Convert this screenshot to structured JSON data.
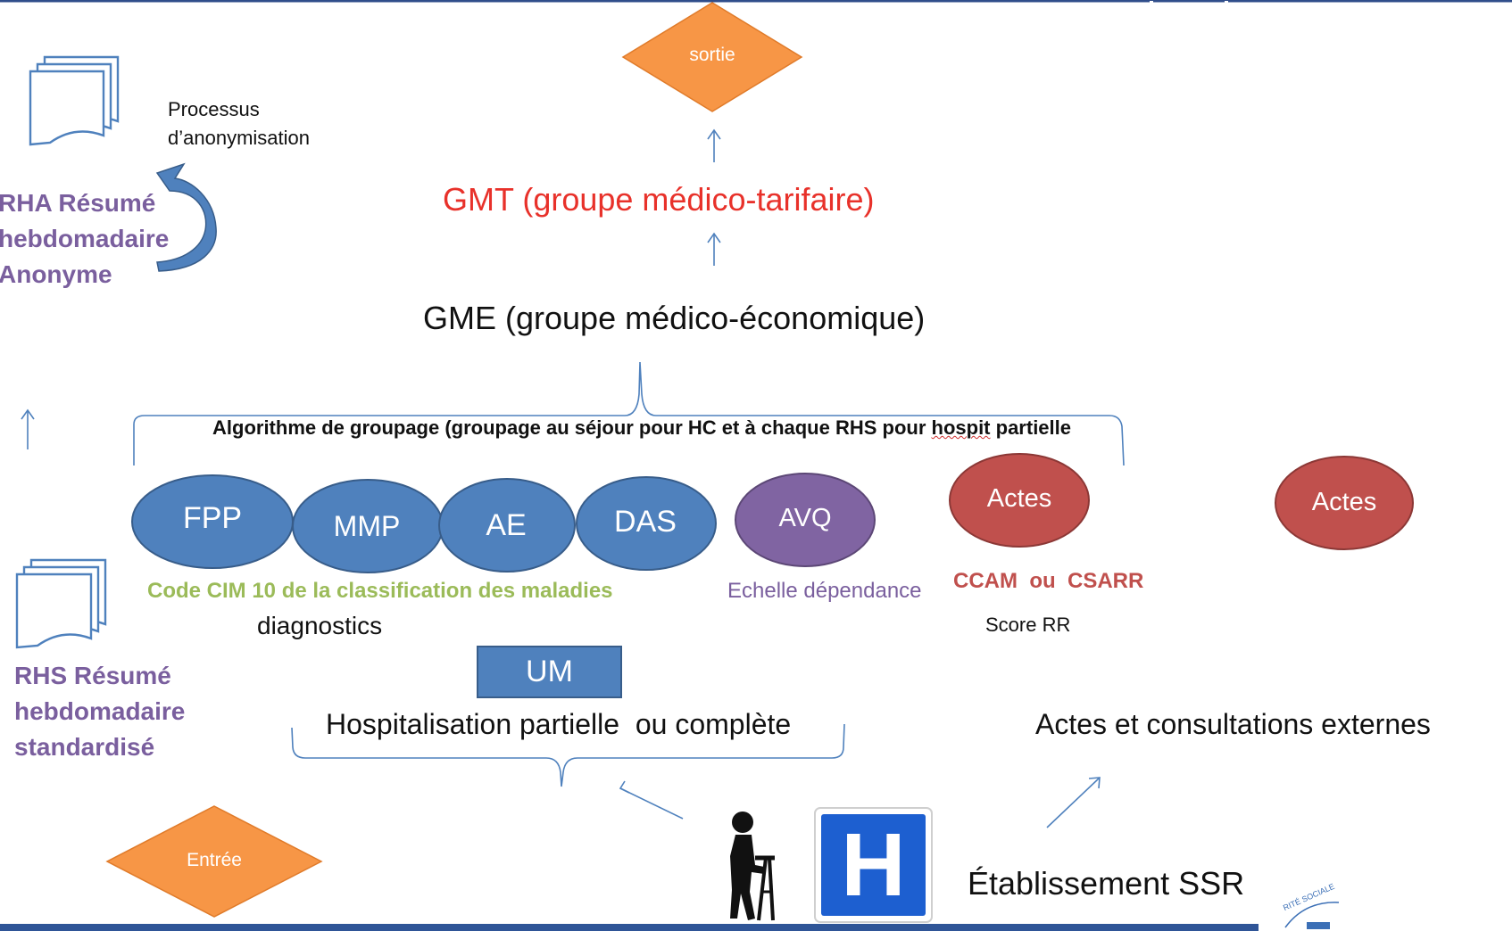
{
  "colors": {
    "blue_fill": "#4f81bd",
    "blue_stroke": "#385d8a",
    "purple_fill": "#8064a2",
    "red_fill": "#c0504d",
    "orange_fill": "#f79646",
    "gmt_red": "#e8312a",
    "purple_text": "#7a5f9e",
    "green_text": "#9bbb59",
    "ccam_red": "#c0504d",
    "line_blue": "#4f81bd",
    "hospital_blue": "#1d5fd0"
  },
  "exit_node": {
    "label": "sortie"
  },
  "entry_node": {
    "label": "Entrée"
  },
  "gmt": {
    "label": "GMT (groupe médico-tarifaire)"
  },
  "gme": {
    "label": "GME (groupe médico-économique)"
  },
  "anonymisation": {
    "line1": "Processus",
    "line2": "d’anonymisation"
  },
  "rha": {
    "line1": "RHA Résumé",
    "line2": "hebdomadaire",
    "line3": "Anonyme"
  },
  "rhs": {
    "line1": "RHS Résumé",
    "line2": "hebdomadaire",
    "line3": "standardisé"
  },
  "algorithm": {
    "label_main": "Algorithme de groupage (groupage au séjour pour  HC et à chaque RHS pour ",
    "label_hospit": "hospit",
    "label_end": " partielle"
  },
  "codes": [
    {
      "label": "FPP"
    },
    {
      "label": "MMP"
    },
    {
      "label": "AE"
    },
    {
      "label": "DAS"
    }
  ],
  "avq": {
    "label": "AVQ",
    "caption": "Echelle dépendance"
  },
  "actes_internal": {
    "label": "Actes",
    "caption": "CCAM  ou  CSARR",
    "score": "Score RR"
  },
  "actes_external": {
    "label": "Actes"
  },
  "cim": {
    "label": "Code CIM 10 de la classification des maladies",
    "sub": "diagnostics"
  },
  "um": {
    "label": "UM"
  },
  "hospitalisation": {
    "label": "Hospitalisation partielle  ou complète"
  },
  "external": {
    "label": "Actes et consultations externes"
  },
  "establishment": {
    "label": "Établissement SSR",
    "hospital_letter": "H"
  },
  "icons": [
    "document-stack-icon",
    "curved-arrow-icon",
    "up-arrow-icon",
    "elderly-walker-icon",
    "hospital-sign-icon",
    "logo-icon"
  ],
  "logo_text": "RITÉ SOCIALE"
}
